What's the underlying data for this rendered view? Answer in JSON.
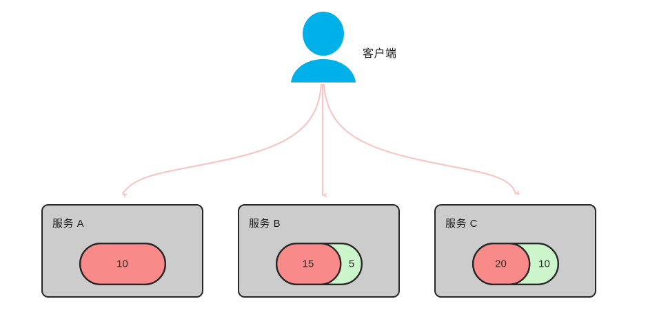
{
  "diagram": {
    "title": "Client to services connection pool diagram",
    "colors": {
      "actor": "#00b0e8",
      "arrow": "#f9c6c6",
      "box_fill": "#cccccc",
      "box_border": "#262626",
      "used_fill": "#f98a8a",
      "free_fill": "#ccf5cc",
      "pill_border": "#262626",
      "text": "#1a1a1a"
    }
  },
  "actor": {
    "icon": "user-person-icon",
    "label": "客户端"
  },
  "arrows": [
    {
      "name": "arrow-to-service-a",
      "from": "actor",
      "to": "服务 A"
    },
    {
      "name": "arrow-to-service-b",
      "from": "actor",
      "to": "服务 B"
    },
    {
      "name": "arrow-to-service-c",
      "from": "actor",
      "to": "服务 C"
    }
  ],
  "services": [
    {
      "id": "a",
      "title": "服务 A",
      "used_label": "10",
      "free_label": "",
      "used_value": 10,
      "free_value": 0,
      "total": 10,
      "used_ratio": 1.0
    },
    {
      "id": "b",
      "title": "服务 B",
      "used_label": "15",
      "free_label": "5",
      "used_value": 15,
      "free_value": 5,
      "total": 20,
      "used_ratio": 0.75
    },
    {
      "id": "c",
      "title": "服务 C",
      "used_label": "20",
      "free_label": "10",
      "used_value": 20,
      "free_value": 10,
      "total": 30,
      "used_ratio": 0.667
    }
  ]
}
